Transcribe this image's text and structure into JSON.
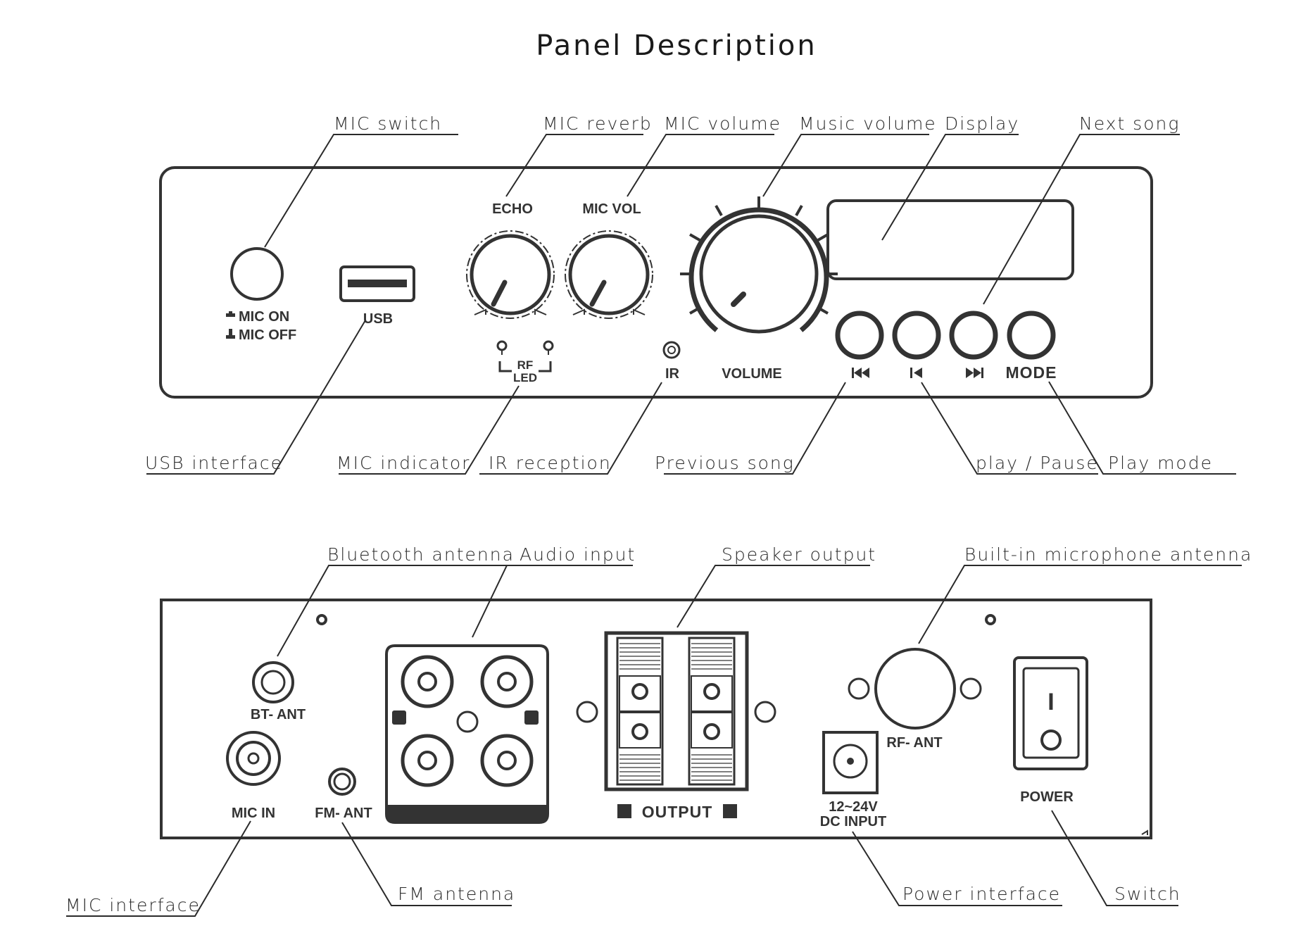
{
  "title": "Panel Description",
  "front_panel": {
    "callouts": {
      "mic_switch": "MIC switch",
      "mic_reverb": "MIC reverb",
      "mic_volume": "MIC volume",
      "music_volume": "Music volume",
      "display": "Display",
      "next_song": "Next song",
      "usb_interface": "USB interface",
      "mic_indicator": "MIC indicator",
      "ir_reception": "IR reception",
      "previous_song": "Previous song",
      "play_pause": "play / Pause",
      "play_mode": "Play mode"
    },
    "labels": {
      "mic_on": "MIC ON",
      "mic_off": "MIC OFF",
      "usb": "USB",
      "echo": "ECHO",
      "mic_vol": "MIC VOL",
      "rf": "RF",
      "led": "LED",
      "ir": "IR",
      "volume": "VOLUME",
      "mode": "MODE"
    }
  },
  "rear_panel": {
    "callouts": {
      "bluetooth_antenna": "Bluetooth antenna",
      "audio_input": "Audio input",
      "speaker_output": "Speaker output",
      "builtin_mic_antenna": "Built-in microphone antenna",
      "mic_interface": "MIC interface",
      "fm_antenna": "FM antenna",
      "power_interface": "Power interface",
      "switch": "Switch"
    },
    "labels": {
      "bt_ant": "BT- ANT",
      "mic_in": "MIC IN",
      "fm_ant": "FM- ANT",
      "output": "OUTPUT",
      "rf_ant": "RF- ANT",
      "dc_voltage": "12~24V",
      "dc_input": "DC INPUT",
      "power": "POWER",
      "power_switch_on": "I"
    }
  }
}
